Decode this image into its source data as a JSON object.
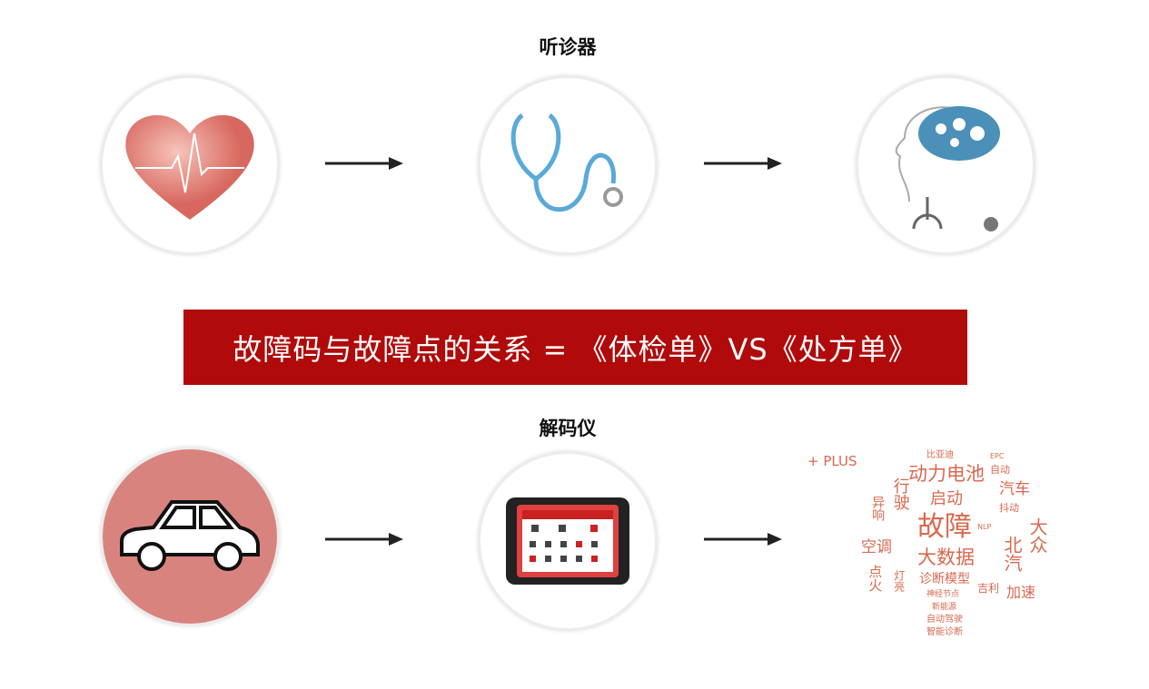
{
  "top_title": "听诊器",
  "bottom_title": "解码仪",
  "banner": "故障码与故障点的关系 = 《体检单》VS《处方单》",
  "plus_label": "+ PLUS",
  "colors": {
    "banner": "#b00a0a",
    "car_bg": "#d9837f",
    "wordcloud": "#d9694f"
  },
  "wordcloud": {
    "words": [
      "故障",
      "大数据",
      "诊断模型",
      "启动",
      "动力电池",
      "汽车",
      "大众",
      "北汽",
      "加速",
      "吉利",
      "比亚迪",
      "自动",
      "空调",
      "新能源",
      "自动驾驶",
      "智能诊断",
      "行驶",
      "异响",
      "点火",
      "NLP",
      "EPC",
      "神经节点",
      "抖动",
      "灯亮"
    ]
  }
}
